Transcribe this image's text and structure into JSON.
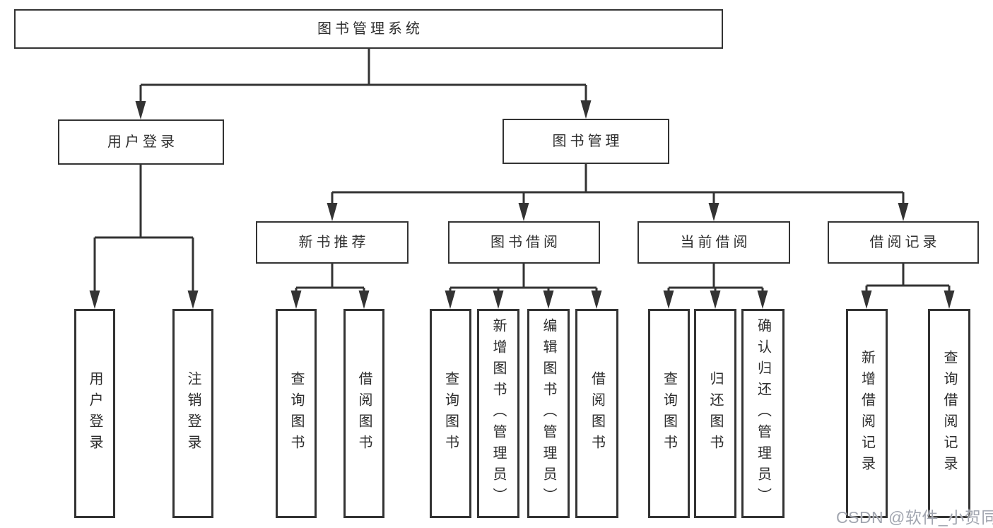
{
  "diagram": {
    "title": "图书管理系统",
    "branches": [
      {
        "label": "用户登录",
        "children": [
          "用户登录",
          "注销登录"
        ]
      },
      {
        "label": "图书管理",
        "children": [
          {
            "label": "新书推荐",
            "children": [
              "查询图书",
              "借阅图书"
            ]
          },
          {
            "label": "图书借阅",
            "children": [
              "查询图书",
              "新增图书（管理员）",
              "编辑图书（管理员）",
              "借阅图书"
            ]
          },
          {
            "label": "当前借阅",
            "children": [
              "查询图书",
              "归还图书",
              "确认归还（管理员）"
            ]
          },
          {
            "label": "借阅记录",
            "children": [
              "新增借阅记录",
              "查询借阅记录"
            ]
          }
        ]
      }
    ]
  },
  "watermark": "CSDN @软件_小贺同学",
  "colors": {
    "line": "#333333",
    "text": "#2e2e2e",
    "watermark": "#a2a6b0",
    "background": "#ffffff"
  }
}
